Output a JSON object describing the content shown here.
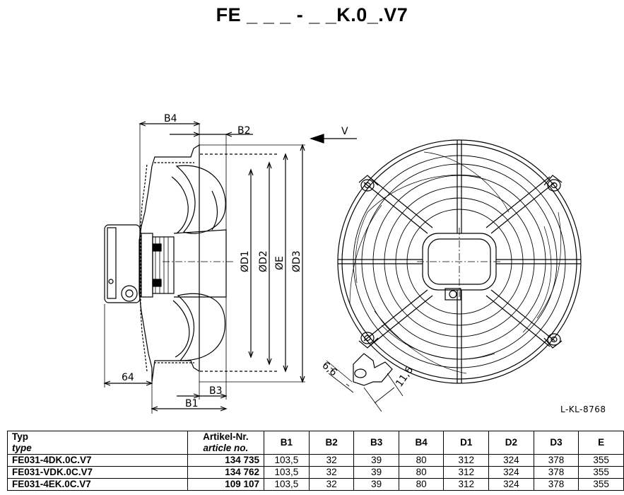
{
  "title": "FE _ _ _ - _ _K.0_.V7",
  "drawing_ref": "L-KL-8768",
  "dimension_labels": {
    "b4": "B4",
    "b2": "B2",
    "b3": "B3",
    "b1": "B1",
    "v": "V",
    "d1": "ØD1",
    "d2": "ØD2",
    "e": "ØE",
    "d3": "ØD3",
    "sixty_four": "64",
    "slot_width": "6,6",
    "slot_length": "11,6"
  },
  "table": {
    "headers": [
      {
        "main": "Typ",
        "sub": "type"
      },
      {
        "main": "Artikel-Nr.",
        "sub": "article no."
      },
      {
        "main": "B1",
        "sub": ""
      },
      {
        "main": "B2",
        "sub": ""
      },
      {
        "main": "B3",
        "sub": ""
      },
      {
        "main": "B4",
        "sub": ""
      },
      {
        "main": "D1",
        "sub": ""
      },
      {
        "main": "D2",
        "sub": ""
      },
      {
        "main": "D3",
        "sub": ""
      },
      {
        "main": "E",
        "sub": ""
      }
    ],
    "rows": [
      [
        "FE031-4DK.0C.V7",
        "134 735",
        "103,5",
        "32",
        "39",
        "80",
        "312",
        "324",
        "378",
        "355"
      ],
      [
        "FE031-VDK.0C.V7",
        "134 762",
        "103,5",
        "32",
        "39",
        "80",
        "312",
        "324",
        "378",
        "355"
      ],
      [
        "FE031-4EK.0C.V7",
        "109 107",
        "103,5",
        "32",
        "39",
        "80",
        "312",
        "324",
        "378",
        "355"
      ]
    ]
  }
}
